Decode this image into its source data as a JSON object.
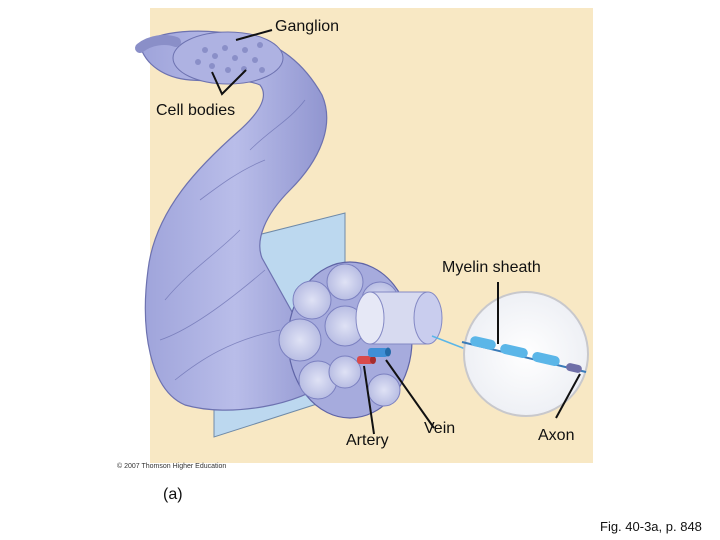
{
  "labels": {
    "ganglion": "Ganglion",
    "cell_bodies": "Cell bodies",
    "myelin_sheath": "Myelin sheath",
    "artery": "Artery",
    "vein": "Vein",
    "axon": "Axon"
  },
  "copyright": "© 2007 Thomson Higher Education",
  "panel_letter": "(a)",
  "figure_reference": "Fig. 40-3a, p. 848",
  "colors": {
    "background_panel": "#f8e8c4",
    "nerve": "#a9addf",
    "plane": "#bcd8ef",
    "artery": "#d94a4a",
    "vein": "#3f8fd6",
    "myelin": "#5bb6e8"
  }
}
